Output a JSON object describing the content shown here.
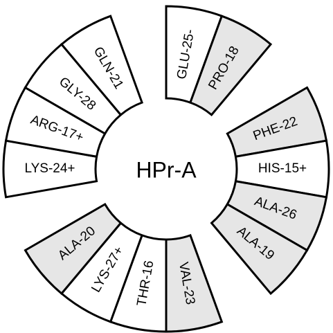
{
  "title": "HPr-A",
  "colors": {
    "filled": "#e6e6e6",
    "empty": "#ffffff",
    "stroke": "#000000"
  },
  "residues": [
    {
      "label": "GLU-25-",
      "shaded": false,
      "start_deg": 0,
      "end_deg": 20
    },
    {
      "label": "PRO-18",
      "shaded": true,
      "start_deg": 20,
      "end_deg": 40
    },
    {
      "label": "PHE-22",
      "shaded": true,
      "start_deg": 60,
      "end_deg": 80
    },
    {
      "label": "HIS-15+",
      "shaded": false,
      "start_deg": 80,
      "end_deg": 100
    },
    {
      "label": "ALA-26",
      "shaded": true,
      "start_deg": 100,
      "end_deg": 120
    },
    {
      "label": "ALA-19",
      "shaded": true,
      "start_deg": 120,
      "end_deg": 140
    },
    {
      "label": "VAL-23",
      "shaded": true,
      "start_deg": 160,
      "end_deg": 180
    },
    {
      "label": "THR-16",
      "shaded": false,
      "start_deg": 180,
      "end_deg": 200
    },
    {
      "label": "LYS-27+",
      "shaded": false,
      "start_deg": 200,
      "end_deg": 220
    },
    {
      "label": "ALA-20",
      "shaded": true,
      "start_deg": 220,
      "end_deg": 240
    },
    {
      "label": "LYS-24+",
      "shaded": false,
      "start_deg": 260,
      "end_deg": 280
    },
    {
      "label": "ARG-17+",
      "shaded": false,
      "start_deg": 280,
      "end_deg": 300
    },
    {
      "label": "GLY-28",
      "shaded": false,
      "start_deg": 300,
      "end_deg": 320
    },
    {
      "label": "GLN-21",
      "shaded": false,
      "start_deg": 320,
      "end_deg": 340
    }
  ]
}
